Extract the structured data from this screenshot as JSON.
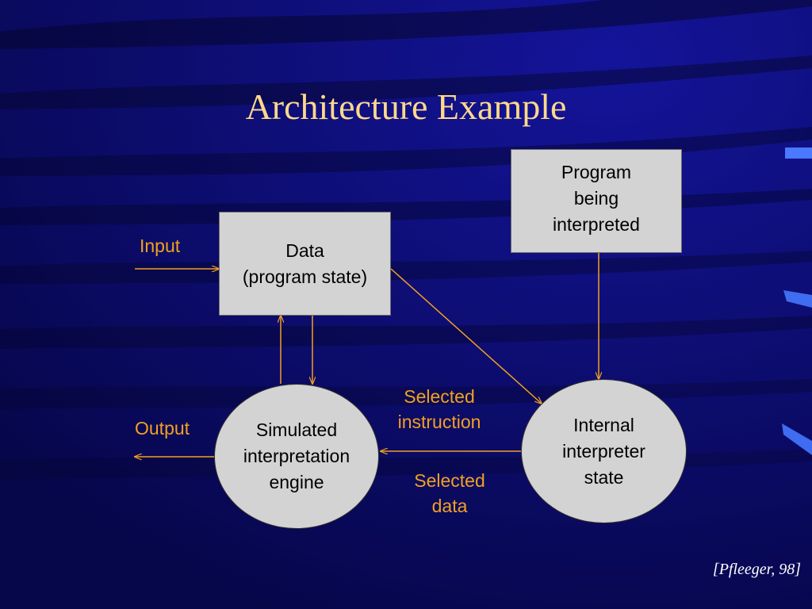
{
  "slide": {
    "title": "Architecture Example",
    "citation": "[Pfleeger, 98]"
  },
  "nodes": {
    "data": [
      "Data",
      "(program state)"
    ],
    "program": [
      "Program",
      "being",
      "interpreted"
    ],
    "engine": [
      "Simulated",
      "interpretation",
      "engine"
    ],
    "state": [
      "Internal",
      "interpreter",
      "state"
    ]
  },
  "labels": {
    "input": "Input",
    "output": "Output",
    "selected_instruction": [
      "Selected",
      "instruction"
    ],
    "selected_data": [
      "Selected",
      "data"
    ]
  },
  "colors": {
    "background": "#0a0a6e",
    "title": "#ffd98a",
    "arrow": "#f2a020",
    "node_fill": "#d3d3d3"
  }
}
